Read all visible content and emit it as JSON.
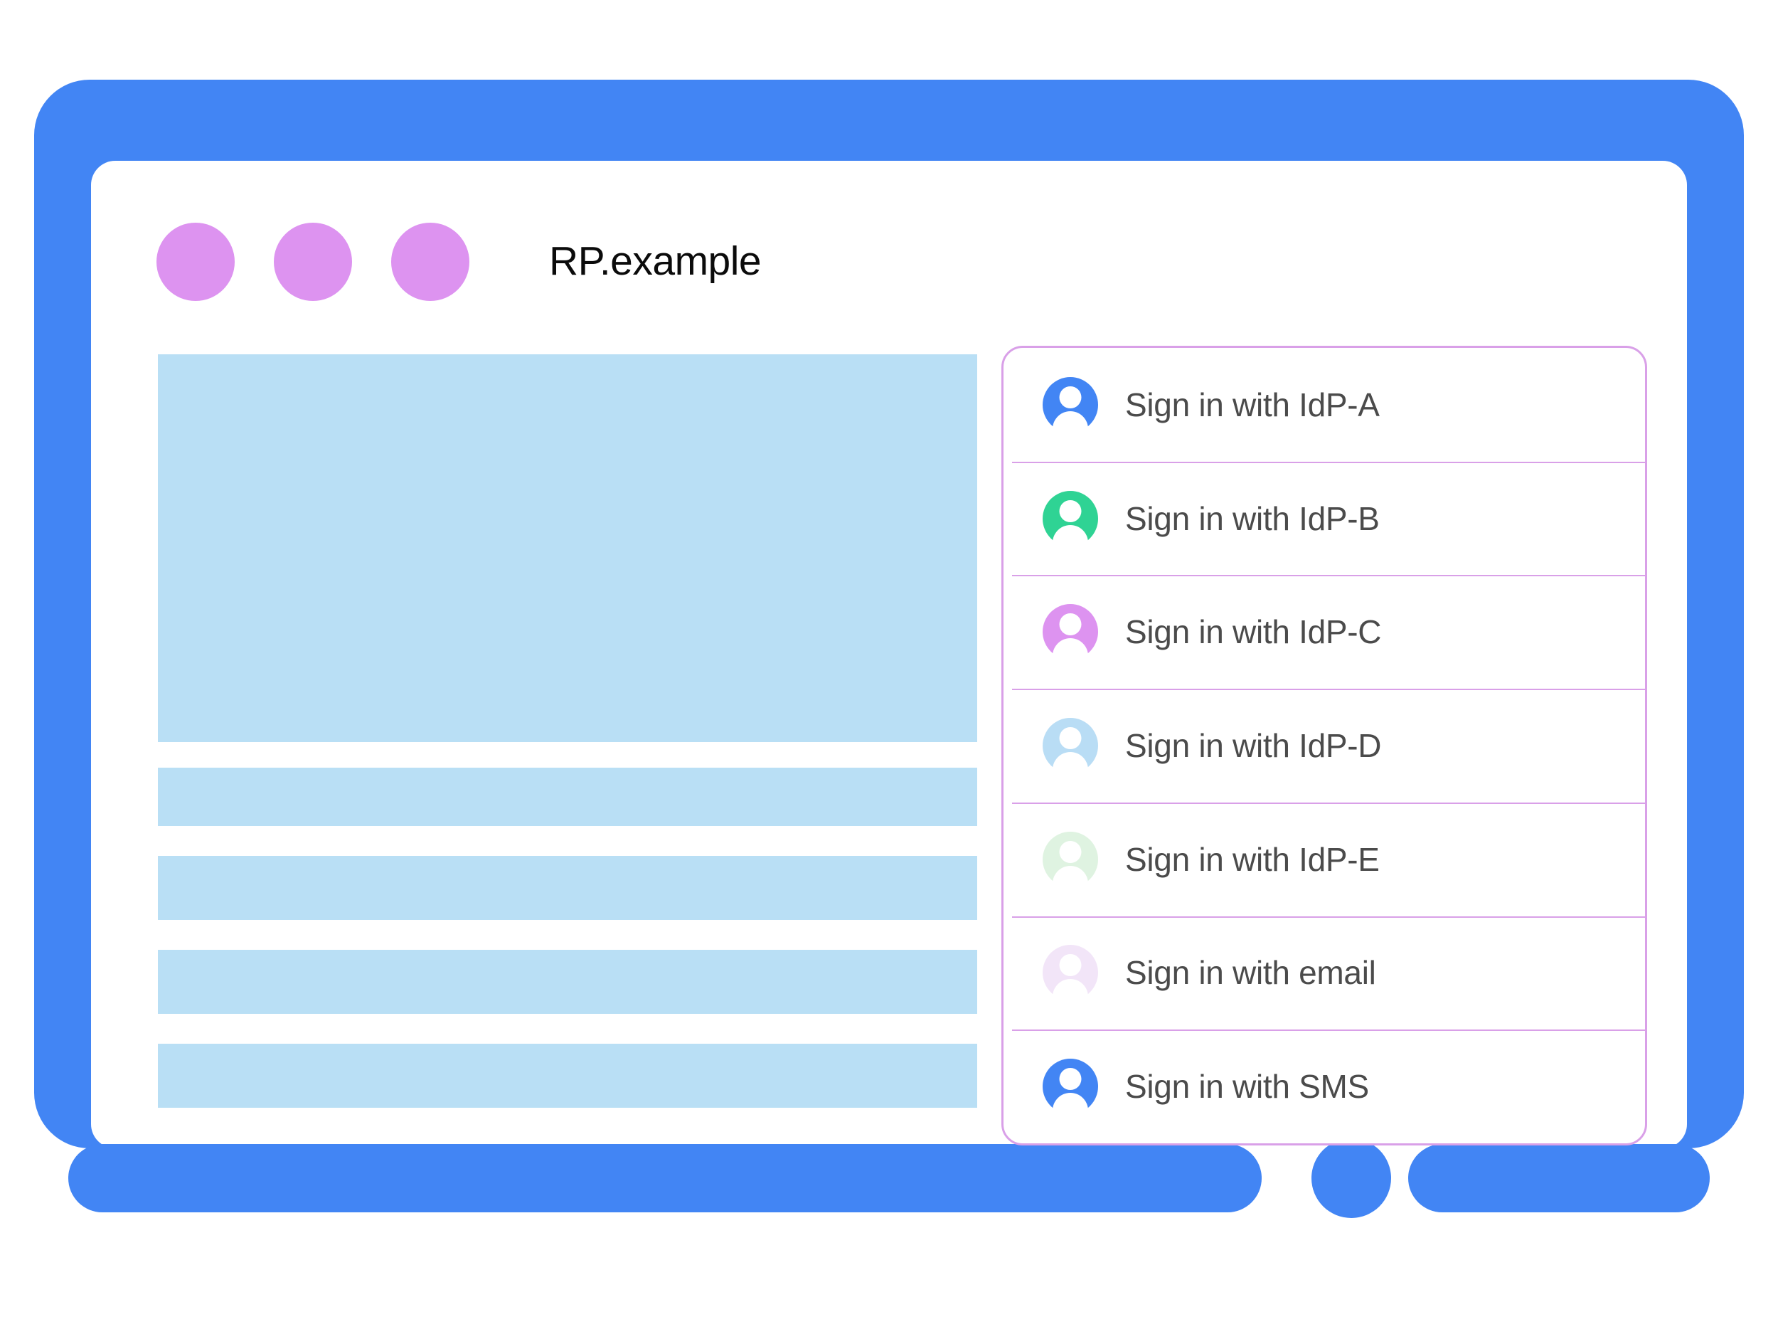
{
  "window": {
    "title": "RP.example",
    "titlebar_dots": [
      "dot-1",
      "dot-2",
      "dot-3"
    ],
    "dot_color": "#DD93F0",
    "bezel_color": "#4285F4",
    "screen_background": "#FFFFFF"
  },
  "content": {
    "placeholder_color": "#B9DFF5",
    "blocks": [
      {
        "name": "hero-placeholder",
        "kind": "hero"
      },
      {
        "name": "text-line-placeholder-1",
        "kind": "row"
      },
      {
        "name": "text-line-placeholder-2",
        "kind": "row"
      },
      {
        "name": "text-line-placeholder-3",
        "kind": "row"
      },
      {
        "name": "text-line-placeholder-4",
        "kind": "row"
      }
    ]
  },
  "account_chooser": {
    "border_color": "#D9A0E8",
    "divider_color": "#D9A0E8",
    "label_color": "#4B4B4B",
    "accounts": [
      {
        "label": "Sign in with IdP-A",
        "icon": "person-avatar-icon",
        "avatar_color": "#4285F4"
      },
      {
        "label": "Sign in with IdP-B",
        "icon": "person-avatar-icon",
        "avatar_color": "#2FD394"
      },
      {
        "label": "Sign in with IdP-C",
        "icon": "person-avatar-icon",
        "avatar_color": "#DD93F0"
      },
      {
        "label": "Sign in with IdP-D",
        "icon": "person-avatar-icon",
        "avatar_color": "#B9DDF5"
      },
      {
        "label": "Sign in with IdP-E",
        "icon": "person-avatar-icon",
        "avatar_color": "#DFF3E1"
      },
      {
        "label": "Sign in with email",
        "icon": "person-avatar-icon",
        "avatar_color": "#F2E5F8"
      },
      {
        "label": "Sign in with SMS",
        "icon": "person-avatar-icon",
        "avatar_color": "#4285F4"
      }
    ]
  }
}
